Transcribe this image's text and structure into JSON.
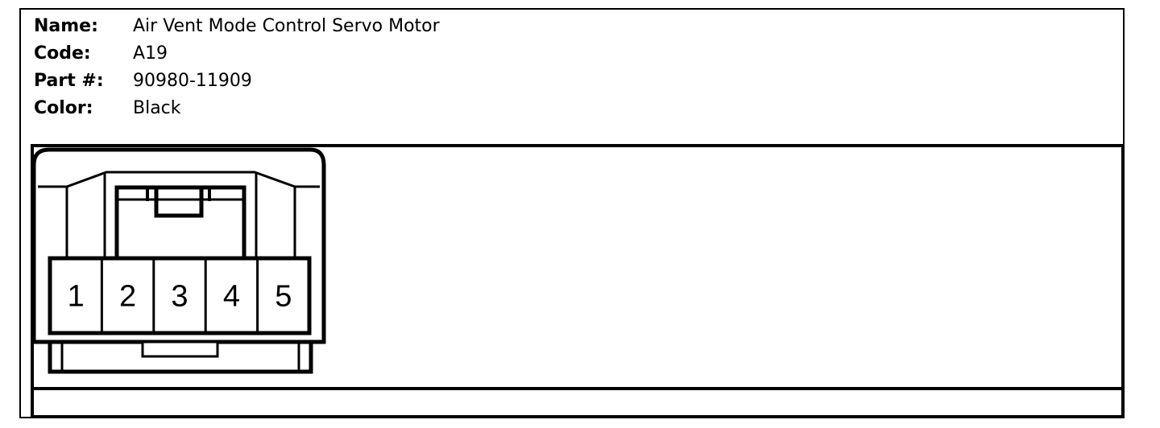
{
  "info": {
    "name_label": "Name:",
    "name_value": "Air Vent Mode Control Servo Motor",
    "code_label": "Code:",
    "code_value": "A19",
    "part_label": "Part #:",
    "part_value": "90980-11909",
    "color_label": "Color:",
    "color_value": "Black"
  },
  "connector": {
    "pins": [
      "1",
      "2",
      "3",
      "4",
      "5"
    ]
  }
}
